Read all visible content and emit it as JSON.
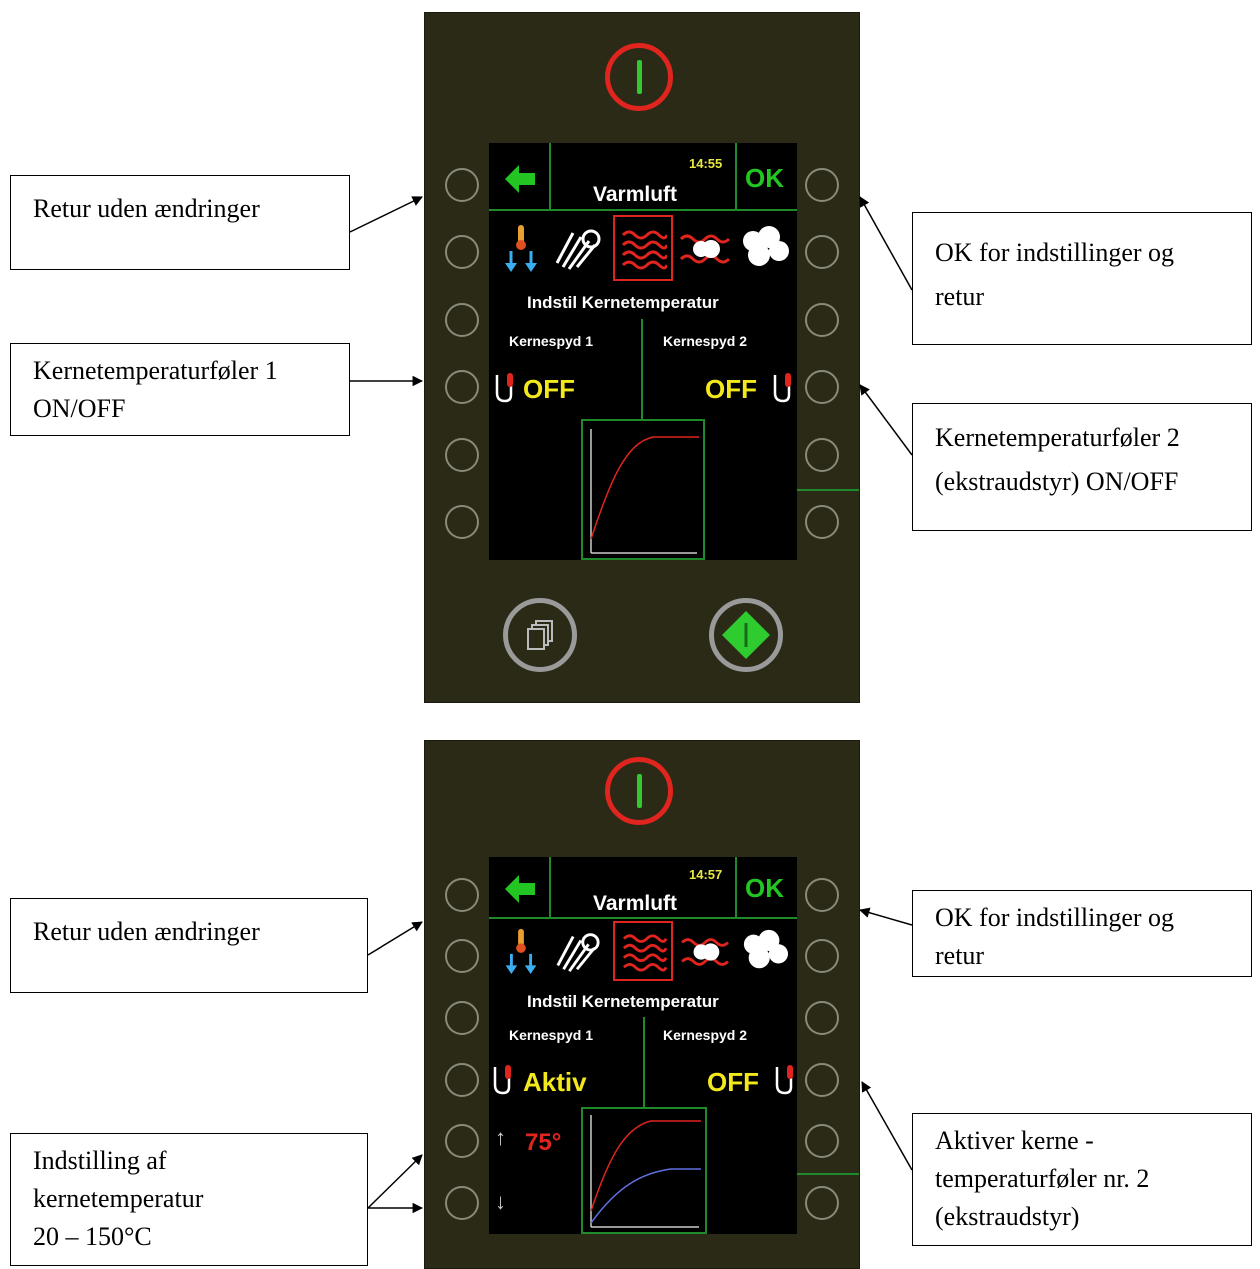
{
  "panel_top": {
    "clock": "14:55",
    "mode_title": "Varmluft",
    "ok_label": "OK",
    "subtitle": "Indstil Kernetemperatur",
    "probe1_label": "Kernespyd 1",
    "probe2_label": "Kernespyd 2",
    "probe1_state": "OFF",
    "probe2_state": "OFF"
  },
  "panel_bottom": {
    "clock": "14:57",
    "mode_title": "Varmluft",
    "ok_label": "OK",
    "subtitle": "Indstil Kernetemperatur",
    "probe1_label": "Kernespyd 1",
    "probe2_label": "Kernespyd 2",
    "probe1_state": "Aktiv",
    "probe2_state": "OFF",
    "core_temp": "75°"
  },
  "annotations": {
    "top_left_1": "Retur uden ændringer",
    "top_left_2": [
      "Kernetemperaturføler 1",
      "ON/OFF"
    ],
    "top_right_1": [
      "OK for indstillinger og",
      "retur"
    ],
    "top_right_2": [
      "Kernetemperaturføler 2",
      "(ekstraudstyr) ON/OFF"
    ],
    "bottom_left_1": "Retur uden ændringer",
    "bottom_left_2": [
      "Indstilling af",
      "kernetemperatur",
      "20 – 150°C"
    ],
    "bottom_right_1": [
      "OK for indstillinger og",
      "retur"
    ],
    "bottom_right_2": [
      "Aktiver kerne -",
      "temperaturføler nr. 2",
      "(ekstraudstyr)"
    ]
  },
  "icons": [
    "power-icon",
    "back-arrow-icon",
    "defrost-icon",
    "grill-icon",
    "hot-air-icon",
    "combi-steam-icon",
    "steam-icon",
    "core-probe-icon",
    "programs-icon",
    "start-icon"
  ],
  "colors": {
    "panel": "#2a2a17",
    "accent_green": "#22c522",
    "accent_red": "#e0241e",
    "value_yellow": "#f2e81c"
  }
}
